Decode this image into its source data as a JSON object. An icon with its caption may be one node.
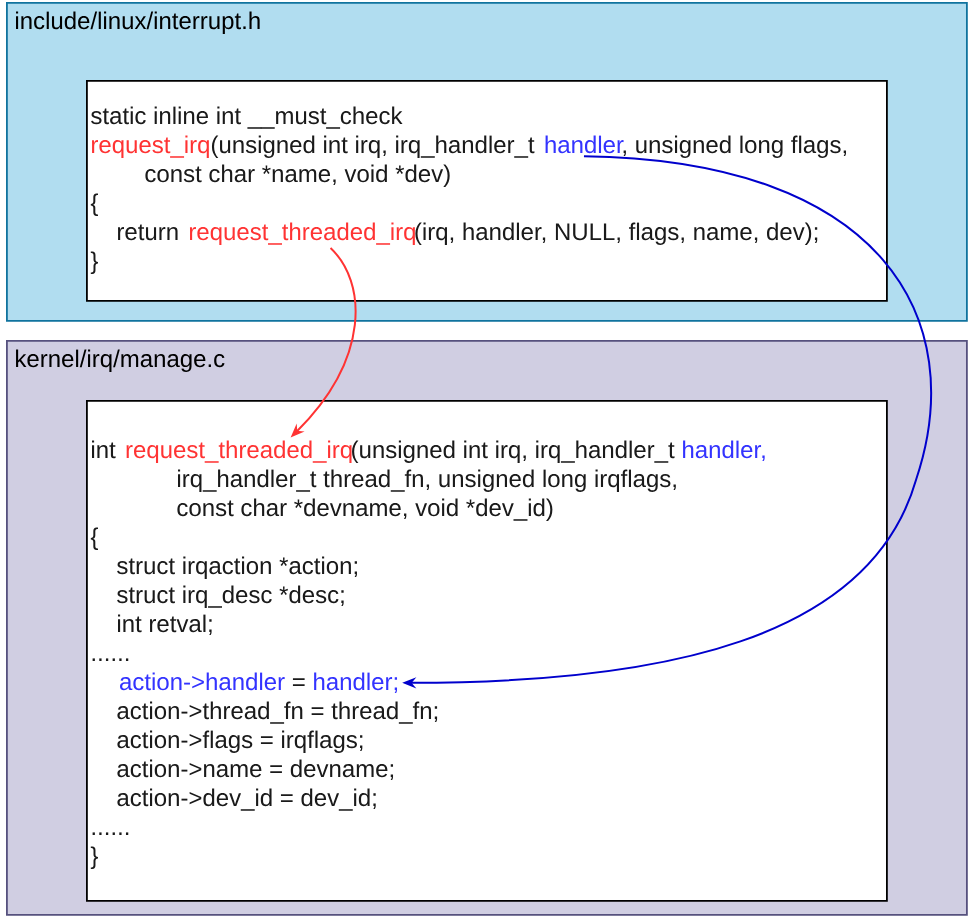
{
  "diagram": {
    "nodes": [
      {
        "text": [
          "include/linux/interrupt.h"
        ]
      },
      {
        "text": [
          "static inline int __must_check",
          "request_irq",
          "(unsigned int irq, irq_handler_t",
          ", unsigned long flags,",
          "const char *name, void *dev)",
          "{",
          "return",
          "(irq, handler, NULL, flags, name, dev);",
          "}"
        ],
        "in": 0
      },
      {
        "text": [
          "handler"
        ],
        "in": 1
      },
      {
        "text": [
          "request_threaded_irq"
        ],
        "in": 1
      },
      {
        "text": [
          "kernel/irq/manage.c"
        ]
      },
      {
        "text": [
          "int",
          "(unsigned int irq, irq_handler_t",
          "handler,",
          "irq_handler_t thread_fn, unsigned long irqflags,",
          "const char *devname, void *dev_id)",
          "{",
          "struct irqaction *action;",
          "struct irq_desc *desc;",
          "int retval;",
          "......",
          "action->thread_fn = thread_fn;",
          "action->flags = irqflags;",
          "action->name = devname;",
          "action->dev_id = dev_id;",
          "......",
          "}"
        ],
        "in": 4
      },
      {
        "text": [
          "request_threaded_irq"
        ],
        "in": 5
      },
      {
        "text": [
          "action->handler",
          "=",
          "handler;"
        ],
        "in": 5
      }
    ],
    "edges": [
      {
        "from": 3,
        "to": 6,
        "arrow": "to",
        "color": "#ff3333"
      },
      {
        "from": 2,
        "to": 7,
        "arrow": "to",
        "color": "#0000cc"
      }
    ]
  }
}
